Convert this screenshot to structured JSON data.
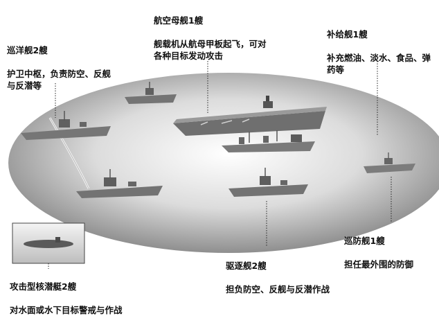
{
  "labels": {
    "carrier": {
      "name": "航空母舰1艘",
      "desc": "舰载机从航母甲板起飞，可对各种目标发动攻击"
    },
    "supply": {
      "name": "补给舰1艘",
      "desc": "补充燃油、淡水、食品、弹药等"
    },
    "cruiser": {
      "name": "巡洋舰2艘",
      "desc": "护卫中枢，负责防空、反舰与反潜等"
    },
    "frigate": {
      "name": "巡防舰1艘",
      "desc": "担任最外围的防御"
    },
    "destroyer": {
      "name": "驱逐舰2艘",
      "desc": "担负防空、反舰与反潜作战"
    },
    "submarine": {
      "name": "攻击型核潜艇2艘",
      "desc": "对水面或水下目标警戒与作战"
    }
  },
  "colors": {
    "sea_center": "#ffffff",
    "sea_mid": "#c9c9c9",
    "sea_edge": "#8f8f8f",
    "ship": "#6f6f6f",
    "ship_dark": "#4b4b4b"
  }
}
